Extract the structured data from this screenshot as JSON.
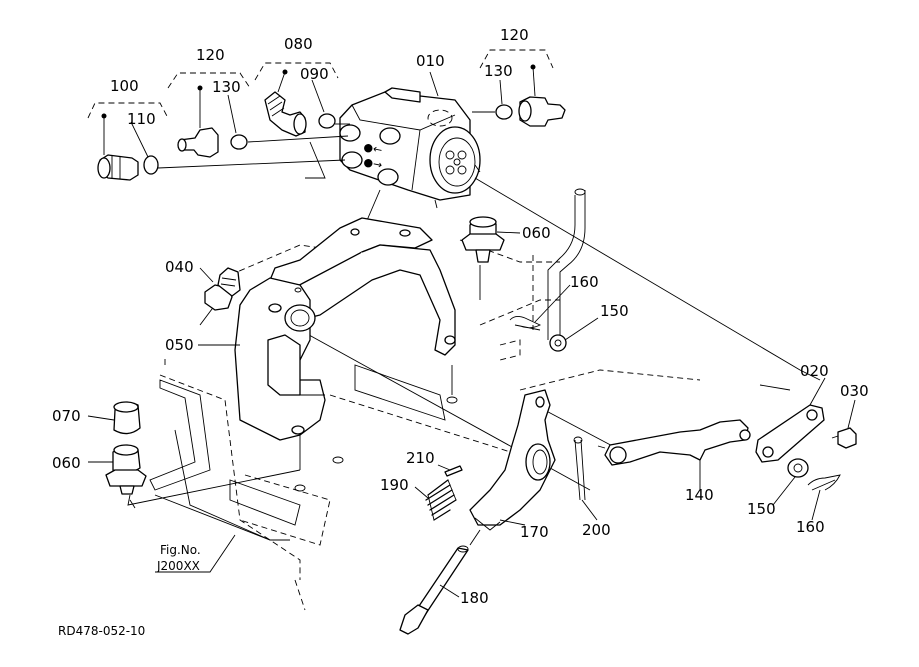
{
  "labels": {
    "p010": "010",
    "p020": "020",
    "p030": "030",
    "p040": "040",
    "p050": "050",
    "p060a": "060",
    "p060b": "060",
    "p070": "070",
    "p080": "080",
    "p090": "090",
    "p100": "100",
    "p110": "110",
    "p120a": "120",
    "p120b": "120",
    "p130a": "130",
    "p130b": "130",
    "p140": "140",
    "p150a": "150",
    "p150b": "150",
    "p160a": "160",
    "p160b": "160",
    "p170": "170",
    "p180": "180",
    "p190": "190",
    "p200": "200",
    "p210": "210"
  },
  "figure_ref": {
    "line1": "Fig.No.",
    "line2": "J200XX"
  },
  "drawing_code": "RD478-052-10"
}
